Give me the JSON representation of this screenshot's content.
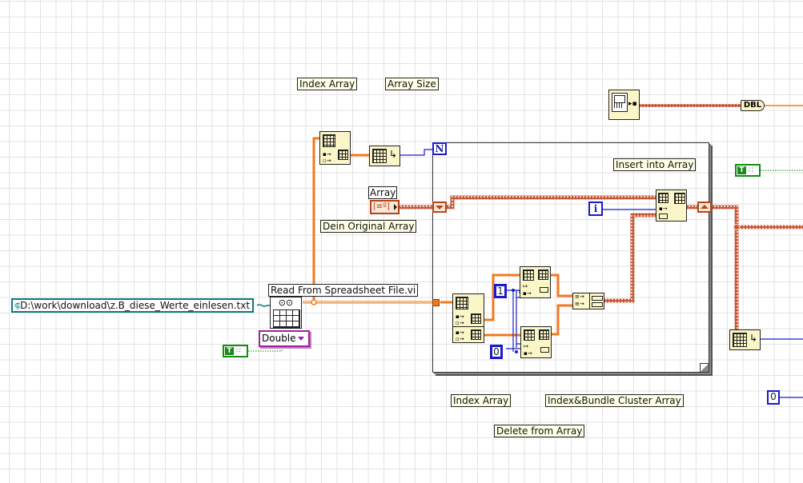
{
  "diagram": {
    "labels": {
      "index_array_top": "Index Array",
      "array_size": "Array Size",
      "insert_into_array": "Insert into Array",
      "dein_original_array": "Dein Original Array",
      "index_array_bottom": "Index Array",
      "index_bundle_cluster_array": "Index&Bundle Cluster Array",
      "delete_from_array": "Delete from Array",
      "read_from_spreadsheet": "Read From Spreadsheet File.vi",
      "array_control": "Array"
    },
    "path_constant": "D:\\work\\download\\z.B_diese_Werte_einlesen.txt",
    "type_selector": {
      "value": "Double"
    },
    "numeric_constants": {
      "one": "1",
      "zero_inner": "0",
      "zero_right": "0"
    },
    "loop": {
      "count_terminal": "N",
      "iteration_terminal": "i"
    },
    "boolean_constants": {
      "left": "T",
      "right": "T"
    },
    "conversion": {
      "to_double": "DBL"
    },
    "colors": {
      "orange_wire": "#f07a1e",
      "array_wire": "#b5451b",
      "blue_wire": "#1a1acc",
      "bool_green": "#178a17",
      "path_teal": "#0e7a7a",
      "enum_purple": "#a020a0",
      "node_fill": "#fbf6c8"
    }
  }
}
